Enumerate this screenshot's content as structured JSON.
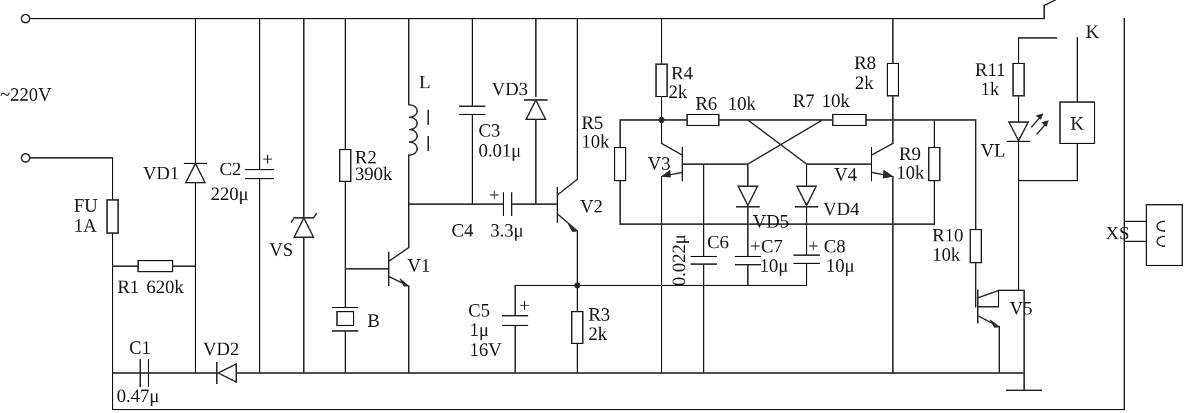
{
  "supply": "~220V",
  "components": {
    "fu": {
      "name": "FU",
      "value": "1A"
    },
    "r1": {
      "name": "R1",
      "value": "620k"
    },
    "c1": {
      "name": "C1",
      "value": "0.47μ"
    },
    "vd1": {
      "name": "VD1"
    },
    "vd2": {
      "name": "VD2"
    },
    "c2": {
      "name": "C2",
      "value": "220μ"
    },
    "vs": {
      "name": "VS"
    },
    "r2": {
      "name": "R2",
      "value": "390k"
    },
    "b": {
      "name": "B"
    },
    "v1": {
      "name": "V1"
    },
    "l": {
      "name": "L"
    },
    "c3": {
      "name": "C3",
      "value": "0.01μ"
    },
    "vd3": {
      "name": "VD3"
    },
    "c4": {
      "name": "C4",
      "value": "3.3μ"
    },
    "v2": {
      "name": "V2"
    },
    "c5": {
      "name": "C5",
      "value": "1μ",
      "voltage": "16V"
    },
    "r3": {
      "name": "R3",
      "value": "2k"
    },
    "r4": {
      "name": "R4",
      "value": "2k"
    },
    "r5": {
      "name": "R5",
      "value": "10k"
    },
    "r6": {
      "name": "R6",
      "value": "10k"
    },
    "v3": {
      "name": "V3"
    },
    "c6": {
      "name": "C6",
      "value": "0.022μ"
    },
    "c7": {
      "name": "C7",
      "value": "10μ"
    },
    "vd5": {
      "name": "VD5"
    },
    "vd4": {
      "name": "VD4"
    },
    "c8": {
      "name": "C8",
      "value": "10μ"
    },
    "r7": {
      "name": "R7",
      "value": "10k"
    },
    "r8": {
      "name": "R8",
      "value": "2k"
    },
    "v4": {
      "name": "V4"
    },
    "r9": {
      "name": "R9",
      "value": "10k"
    },
    "r10": {
      "name": "R10",
      "value": "10k"
    },
    "v5": {
      "name": "V5"
    },
    "r11": {
      "name": "R11",
      "value": "1k"
    },
    "vl": {
      "name": "VL"
    },
    "k": {
      "name": "K"
    },
    "xs": {
      "name": "XS"
    }
  },
  "plus_sign": "+"
}
